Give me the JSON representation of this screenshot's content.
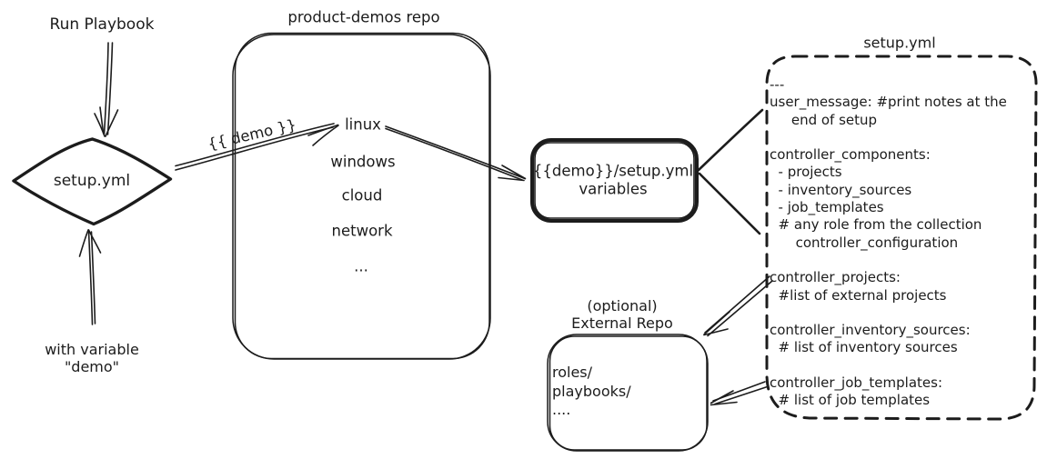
{
  "colors": {
    "ink": "#1c1c1c",
    "bg": "#ffffff"
  },
  "left_flow": {
    "run_playbook": "Run Playbook",
    "diamond": "setup.yml",
    "with_variable_line1": "with variable",
    "with_variable_line2": "\"demo\""
  },
  "repo": {
    "title": "product-demos repo",
    "items": [
      "linux",
      "windows",
      "cloud",
      "network",
      "..."
    ]
  },
  "demo_arrow": {
    "label": "{{ demo }}"
  },
  "variables_box": {
    "line1": "{{demo}}/setup.yml",
    "line2": "variables"
  },
  "setup_yml": {
    "title": "setup.yml",
    "lines": [
      "---",
      "user_message: #print notes at the",
      "     end of setup",
      "",
      "controller_components:",
      "  - projects",
      "  - inventory_sources",
      "  - job_templates",
      "  # any role from the collection",
      "      controller_configuration",
      "",
      "controller_projects:",
      "  #list of external projects",
      "",
      "controller_inventory_sources:",
      "  # list of inventory sources",
      "",
      "controller_job_templates:",
      "  # list of job templates"
    ]
  },
  "external_repo": {
    "label_line1": "(optional)",
    "label_line2": "External Repo",
    "lines": [
      "roles/",
      "playbooks/",
      "...."
    ]
  }
}
